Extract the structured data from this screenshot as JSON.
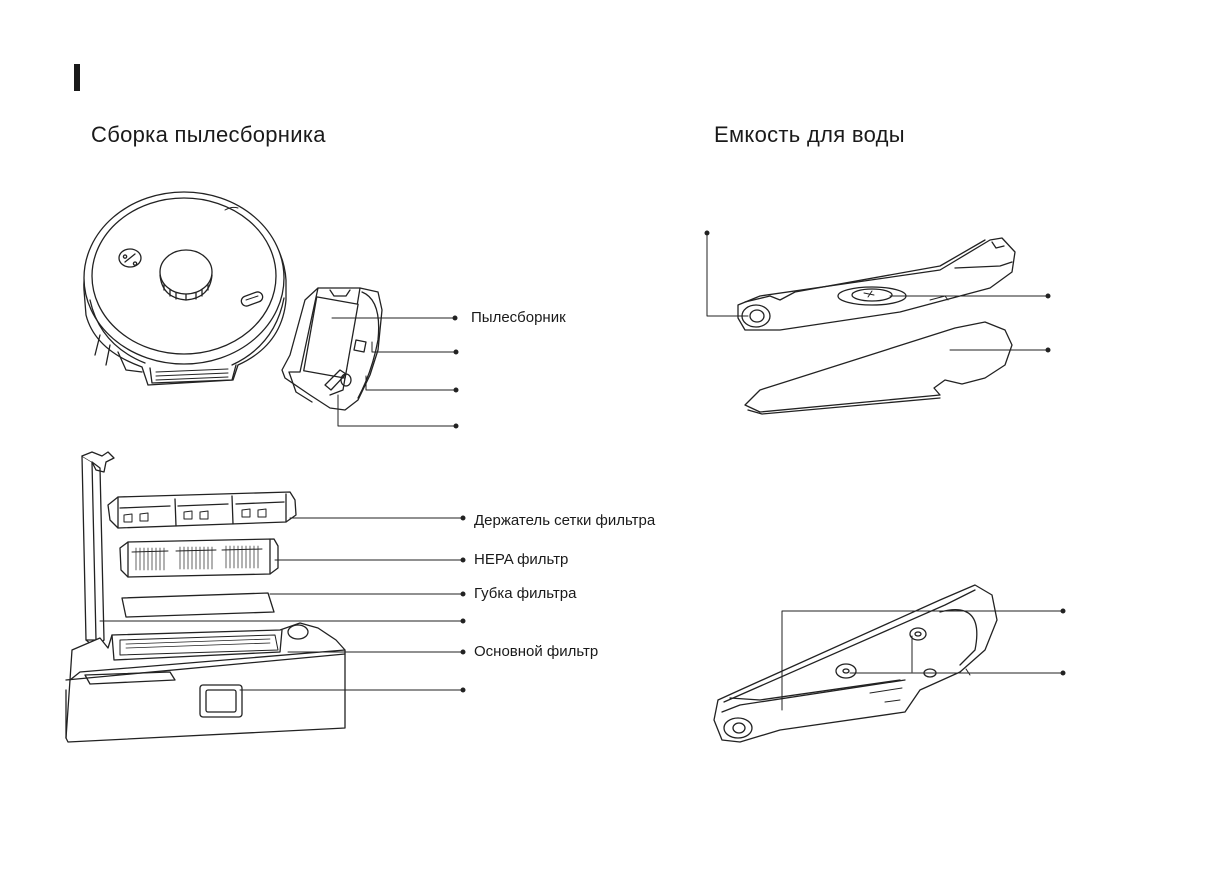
{
  "sections": {
    "dust_box": {
      "title": "Сборка пылесборника"
    },
    "water_tank": {
      "title": "Емкость для воды"
    }
  },
  "callouts": {
    "dust_box": "Пылесборник",
    "filter_holder": "Держатель сетки фильтра",
    "hepa": "HEPA фильтр",
    "sponge": "Губка фильтра",
    "main_filter": "Основной фильтр"
  },
  "colors": {
    "ink": "#1a1a1a",
    "line": "#222222",
    "fill_light": "#f4f4f4"
  }
}
